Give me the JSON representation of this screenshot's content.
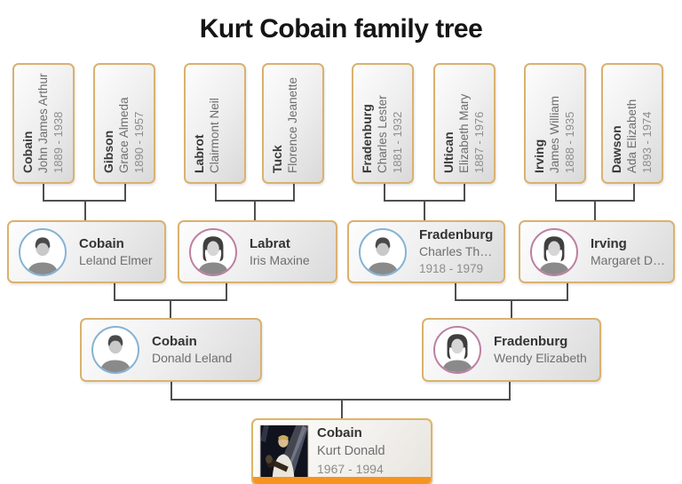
{
  "title": "Kurt Cobain family tree",
  "colors": {
    "card_border": "#d9b26f",
    "connector": "#4f4f4f",
    "male_accent": "#85b3d4",
    "female_accent": "#bd7fa2",
    "selected_highlight": "#f7941e"
  },
  "generation1": [
    {
      "surname": "Cobain",
      "given": "John James Arthur",
      "years": "1889 - 1938"
    },
    {
      "surname": "Gibson",
      "given": "Grace Almeda",
      "years": "1890 - 1957"
    },
    {
      "surname": "Labrot",
      "given": "Clairmont Neil",
      "years": ""
    },
    {
      "surname": "Tuck",
      "given": "Florence Jeanette",
      "years": ""
    },
    {
      "surname": "Fradenburg",
      "given": "Charles Lester",
      "years": "1881 - 1932"
    },
    {
      "surname": "Ultican",
      "given": "Elizabeth Mary",
      "years": "1887 - 1976"
    },
    {
      "surname": "Irving",
      "given": "James William",
      "years": "1888 - 1935"
    },
    {
      "surname": "Dawson",
      "given": "Ada Elizabeth",
      "years": "1893 - 1974"
    }
  ],
  "generation2": [
    {
      "surname": "Cobain",
      "given": "Leland Elmer",
      "years": "",
      "gender": "male"
    },
    {
      "surname": "Labrat",
      "given": "Iris Maxine",
      "years": "",
      "gender": "female"
    },
    {
      "surname": "Fradenburg",
      "given": "Charles Thomas",
      "years": "1918 - 1979",
      "gender": "male"
    },
    {
      "surname": "Irving",
      "given": "Margaret Daws...",
      "years": "",
      "gender": "female"
    }
  ],
  "generation3": [
    {
      "surname": "Cobain",
      "given": "Donald Leland",
      "years": "",
      "gender": "male"
    },
    {
      "surname": "Fradenburg",
      "given": "Wendy Elizabeth",
      "years": "",
      "gender": "female"
    }
  ],
  "root_person": {
    "surname": "Cobain",
    "given": "Kurt Donald",
    "years": "1967 - 1994"
  }
}
